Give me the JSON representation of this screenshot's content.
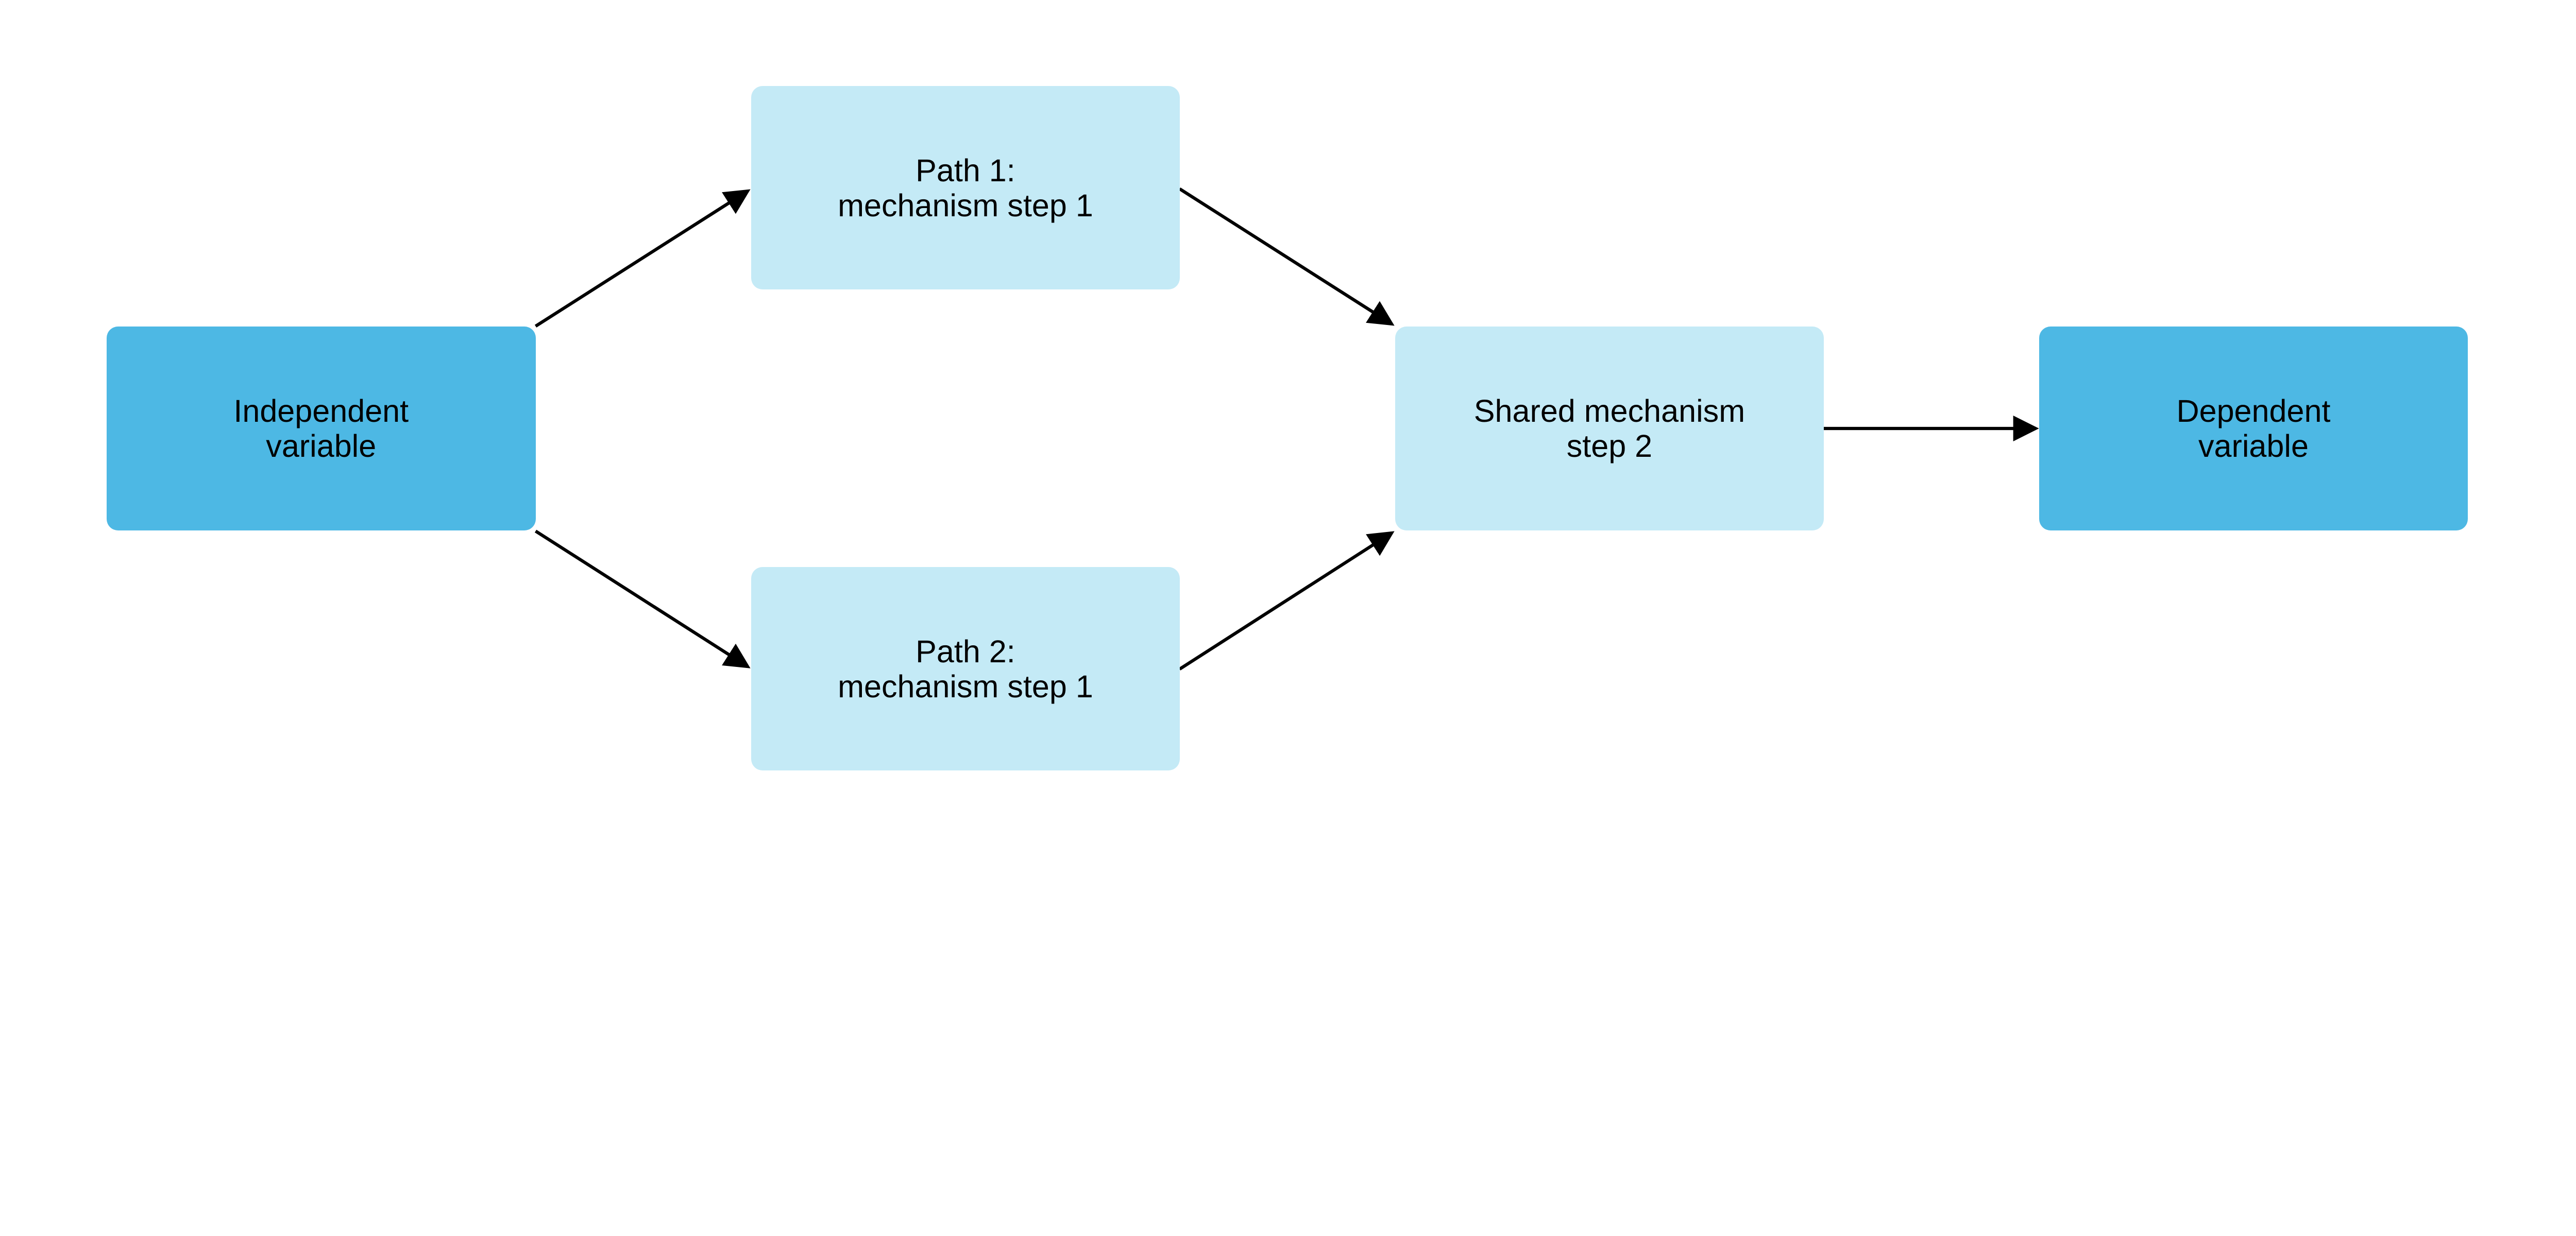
{
  "colors": {
    "primary_node": "#4DB8E4",
    "mediator_node": "#C4EAF6",
    "arrow": "#000000"
  },
  "nodes": {
    "independent": {
      "lines": [
        "Independent",
        "variable"
      ]
    },
    "path1": {
      "lines": [
        "Path 1:",
        "mechanism step 1"
      ]
    },
    "path2": {
      "lines": [
        "Path 2:",
        "mechanism step 1"
      ]
    },
    "shared": {
      "lines": [
        "Shared mechanism",
        "step 2"
      ]
    },
    "dependent": {
      "lines": [
        "Dependent",
        "variable"
      ]
    }
  },
  "edges": [
    {
      "from": "independent",
      "to": "path1"
    },
    {
      "from": "independent",
      "to": "path2"
    },
    {
      "from": "path1",
      "to": "shared"
    },
    {
      "from": "path2",
      "to": "shared"
    },
    {
      "from": "shared",
      "to": "dependent"
    }
  ]
}
